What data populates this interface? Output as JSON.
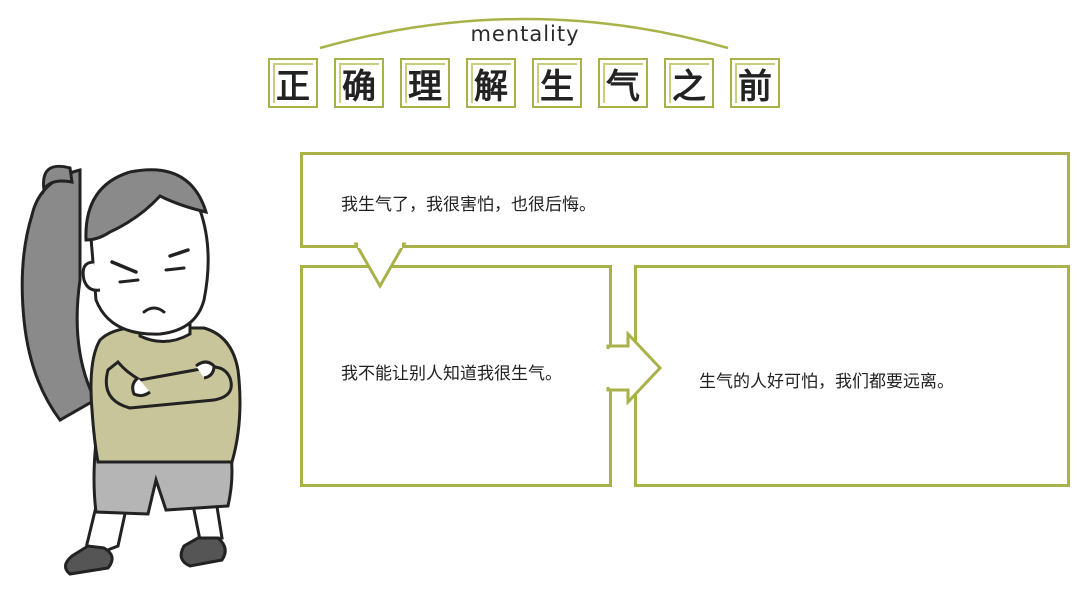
{
  "header": {
    "subtitle": "mentality",
    "title_chars": [
      "正",
      "确",
      "理",
      "解",
      "生",
      "气",
      "之",
      "前"
    ]
  },
  "boxes": {
    "top": "我生气了，我很害怕，也很后悔。",
    "left": "我不能让别人知道我很生气。",
    "right": "生气的人好可怕，我们都要远离。"
  },
  "colors": {
    "accent": "#a8b248",
    "shirt": "#c9c59a",
    "hair": "#8a8a8a",
    "shorts": "#b5b5b5"
  },
  "icons": {
    "character": "angry-girl-illustration"
  }
}
